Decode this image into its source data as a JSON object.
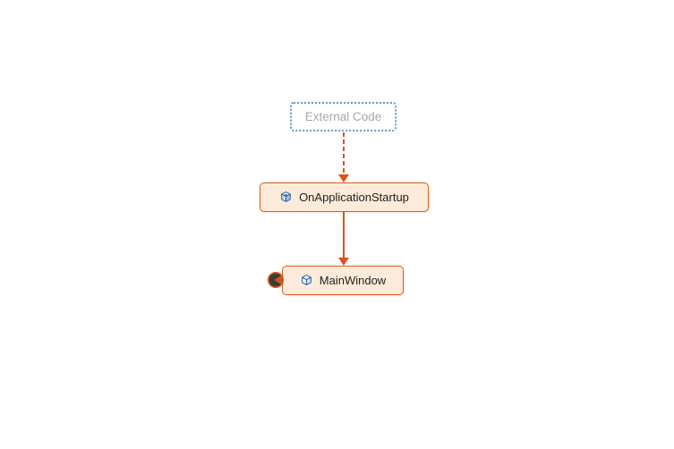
{
  "canvas": {
    "background": "#FFFFFF",
    "kind": "code-map-call-graph"
  },
  "diagram": {
    "nodes": [
      {
        "id": "external-code",
        "label": "External Code",
        "kind": "external-group",
        "border_color": "#5E9AC9",
        "border_style": "dotted",
        "fill": "#FFFFFF",
        "text_color": "#A8A8A8"
      },
      {
        "id": "on-application-startup",
        "label": "OnApplicationStartup",
        "kind": "method",
        "icon": "cube-icon",
        "border_color": "#E0591C",
        "border_style": "solid",
        "fill": "#FCEBDA",
        "text_color": "#1E1E1E"
      },
      {
        "id": "main-window",
        "label": "MainWindow",
        "kind": "class",
        "icon": "cube-icon",
        "border_color": "#E0591C",
        "border_style": "solid",
        "fill": "#FCEBDA",
        "text_color": "#1E1E1E",
        "expand_button_side": "left"
      }
    ],
    "edges": [
      {
        "from": "External Code",
        "to": "OnApplicationStartup",
        "style": "dashed",
        "color": "#D9531C",
        "direction": "down"
      },
      {
        "from": "OnApplicationStartup",
        "to": "MainWindow",
        "style": "solid",
        "color": "#D9531C",
        "direction": "down"
      }
    ],
    "colors": {
      "edge_orange": "#D9531C",
      "node_border_orange": "#E0591C",
      "node_fill_peach": "#FCEBDA",
      "external_border_blue": "#5E9AC9",
      "external_text_gray": "#A8A8A8",
      "icon_blue": "#3A62A8",
      "expand_button_dark": "#3B3B3B"
    }
  }
}
